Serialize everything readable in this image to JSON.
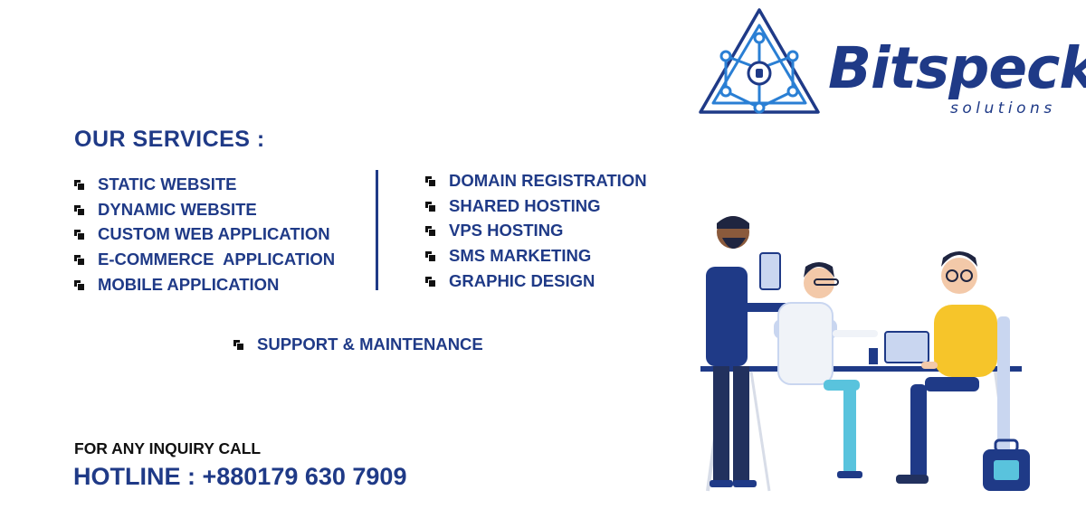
{
  "brand": {
    "name": "Bitspeck",
    "tagline": "solutions"
  },
  "services": {
    "heading": "OUR SERVICES :",
    "left": [
      "STATIC WEBSITE",
      "DYNAMIC WEBSITE",
      "CUSTOM WEB APPLICATION",
      "E-COMMERCE  APPLICATION",
      "MOBILE APPLICATION"
    ],
    "right": [
      "DOMAIN REGISTRATION",
      "SHARED HOSTING",
      "VPS HOSTING",
      "SMS MARKETING",
      "GRAPHIC DESIGN"
    ],
    "single": "SUPPORT & MAINTENANCE"
  },
  "contact": {
    "inquiry": "FOR ANY INQUIRY CALL",
    "hotline": "HOTLINE : +880179 630 7909"
  },
  "colors": {
    "brand_blue": "#1f3a87",
    "logo_blue": "#2a7fd4",
    "accent_yellow": "#f6c52a",
    "accent_cyan": "#59c3dd"
  },
  "icons": {
    "logo": "network-triangle-icon",
    "illustration": "team-meeting-illustration"
  }
}
